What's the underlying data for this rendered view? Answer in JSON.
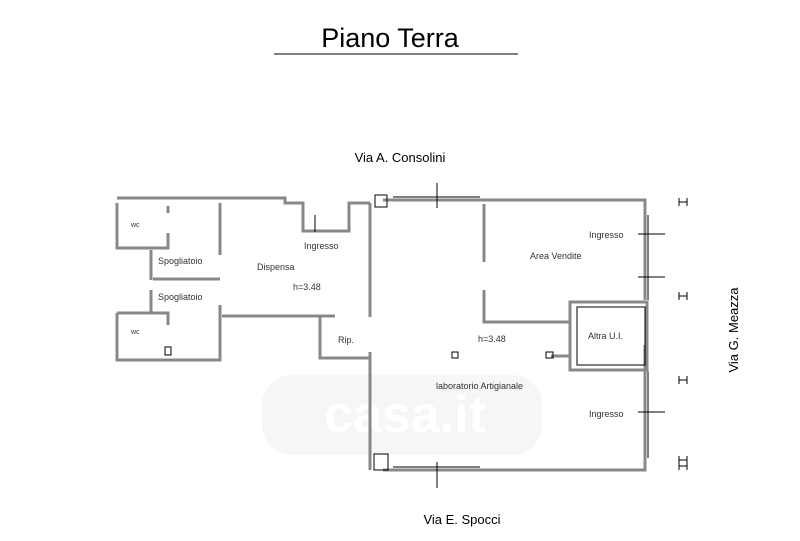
{
  "title": "Piano Terra",
  "streets": {
    "north": "Via A. Consolini",
    "south": "Via E. Spocci",
    "east": "Via G. Meazza"
  },
  "rooms": {
    "wc_top": "wc",
    "wc_bottom": "wc",
    "spogliatoio_top": "Spogliatoio",
    "spogliatoio_bottom": "Spogliatoio",
    "dispensa": "Dispensa",
    "dispensa_height": "h=3.48",
    "ingresso_dispensa": "Ingresso",
    "ripostiglio": "Rip.",
    "area_vendite": "Area Vendite",
    "ingresso_vendite": "Ingresso",
    "altra_ui": "Altra U.I.",
    "laboratorio": "laboratorio Artigianale",
    "laboratorio_height": "h=3.48",
    "ingresso_laboratorio": "Ingresso"
  },
  "watermark": "casa.it"
}
